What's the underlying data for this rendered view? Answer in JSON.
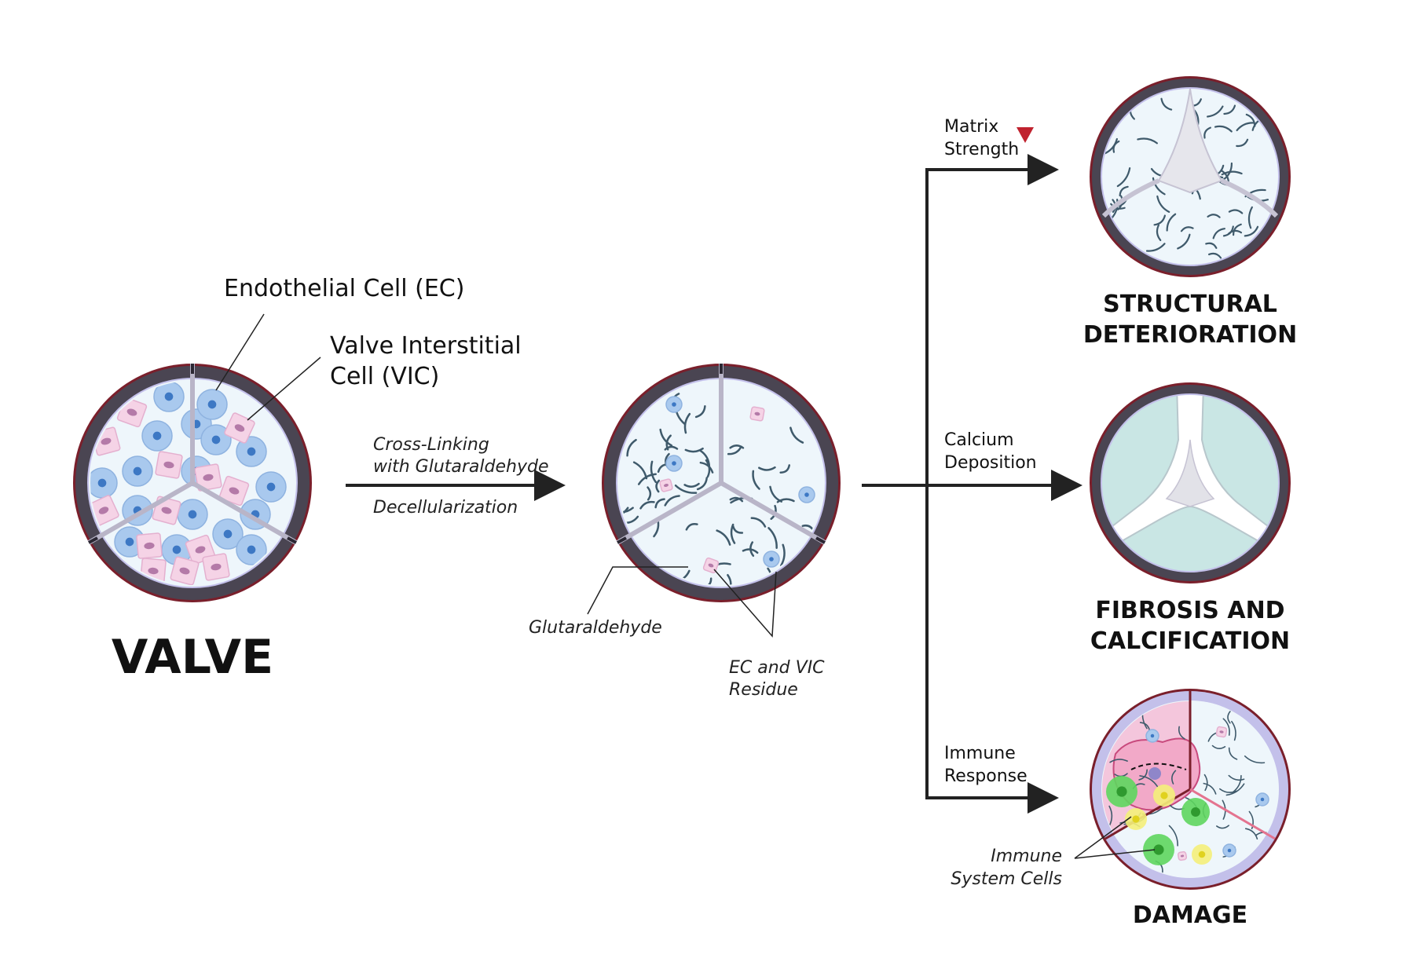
{
  "labels": {
    "ec": "Endothelial Cell (EC)",
    "vic_line1": "Valve Interstitial",
    "vic_line2": "Cell (VIC)",
    "valve": "VALVE",
    "process_line1": "Cross-Linking",
    "process_line2": "with Glutaraldehyde",
    "process_line3": "Decellularization",
    "glutaraldehyde": "Glutaraldehyde",
    "residue_line1": "EC and VIC",
    "residue_line2": "Residue",
    "matrix_line1": "Matrix",
    "matrix_line2": "Strength",
    "calcium_line1": "Calcium",
    "calcium_line2": "Deposition",
    "immune_line1": "Immune",
    "immune_line2": "Response",
    "structural_line1": "STRUCTURAL",
    "structural_line2": "DETERIORATION",
    "fibrosis_line1": "FIBROSIS AND",
    "fibrosis_line2": "CALCIFICATION",
    "damage": "DAMAGE",
    "immune_cells_line1": "Immune",
    "immune_cells_line2": "System Cells"
  },
  "colors": {
    "ring_dark": "#4a4552",
    "ring_red": "#7a1f2b",
    "inner_bg": "#eef6fb",
    "ec_blue": "#a9c9ee",
    "ec_nucleus": "#3d78c4",
    "vic_pink": "#f5d3e6",
    "vic_nucleus": "#b47aa8",
    "fiber": "#3f5a6b",
    "arrow": "#222222",
    "down_triangle": "#c0222e",
    "calc_fill": "#c9e6e4",
    "inflam_pink": "#f4c6dc",
    "immune_green": "#5ed65e",
    "immune_yellow": "#f4ef7a",
    "border_purple": "#c3c0ea"
  },
  "icons": {
    "matrix_indicator": "down-triangle-icon"
  }
}
